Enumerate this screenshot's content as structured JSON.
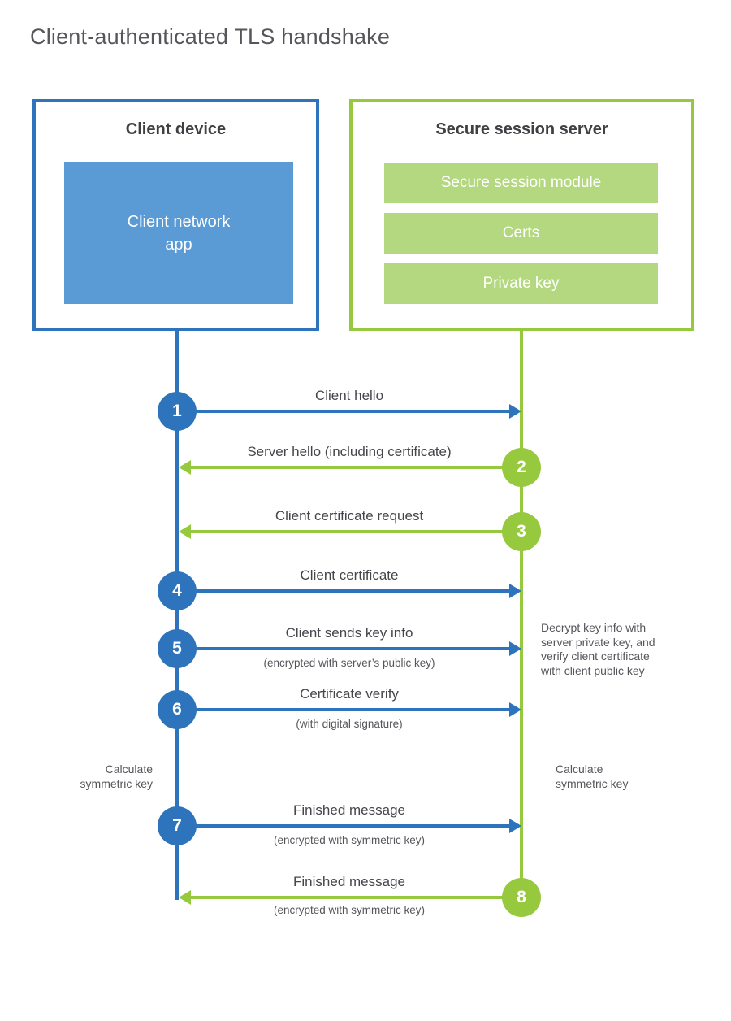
{
  "title": "Client-authenticated TLS handshake",
  "client": {
    "title": "Client device",
    "app_label": "Client network\napp"
  },
  "server": {
    "title": "Secure session server",
    "modules": [
      "Secure session module",
      "Certs",
      "Private key"
    ]
  },
  "steps": [
    {
      "num": "1",
      "from": "client",
      "to": "server",
      "label": "Client hello",
      "sub": ""
    },
    {
      "num": "2",
      "from": "server",
      "to": "client",
      "label": "Server hello (including certificate)",
      "sub": ""
    },
    {
      "num": "3",
      "from": "server",
      "to": "client",
      "label": "Client certificate request",
      "sub": ""
    },
    {
      "num": "4",
      "from": "client",
      "to": "server",
      "label": "Client certificate",
      "sub": ""
    },
    {
      "num": "5",
      "from": "client",
      "to": "server",
      "label": "Client sends key info",
      "sub": "(encrypted with server’s public key)"
    },
    {
      "num": "6",
      "from": "client",
      "to": "server",
      "label": "Certificate verify",
      "sub": "(with digital signature)"
    },
    {
      "num": "7",
      "from": "client",
      "to": "server",
      "label": "Finished message",
      "sub": "(encrypted with symmetric key)"
    },
    {
      "num": "8",
      "from": "server",
      "to": "client",
      "label": "Finished message",
      "sub": "(encrypted with symmetric key)"
    }
  ],
  "notes": {
    "decrypt": "Decrypt key info with\nserver private key, and\nverify client certificate\nwith client public key",
    "calc_left": "Calculate\nsymmetric key",
    "calc_right": "Calculate\nsymmetric key"
  },
  "colors": {
    "client_blue": "#2D74BC",
    "client_blue_light": "#5B9BD5",
    "server_green": "#97C93E",
    "server_green_light": "#B3D87F"
  }
}
